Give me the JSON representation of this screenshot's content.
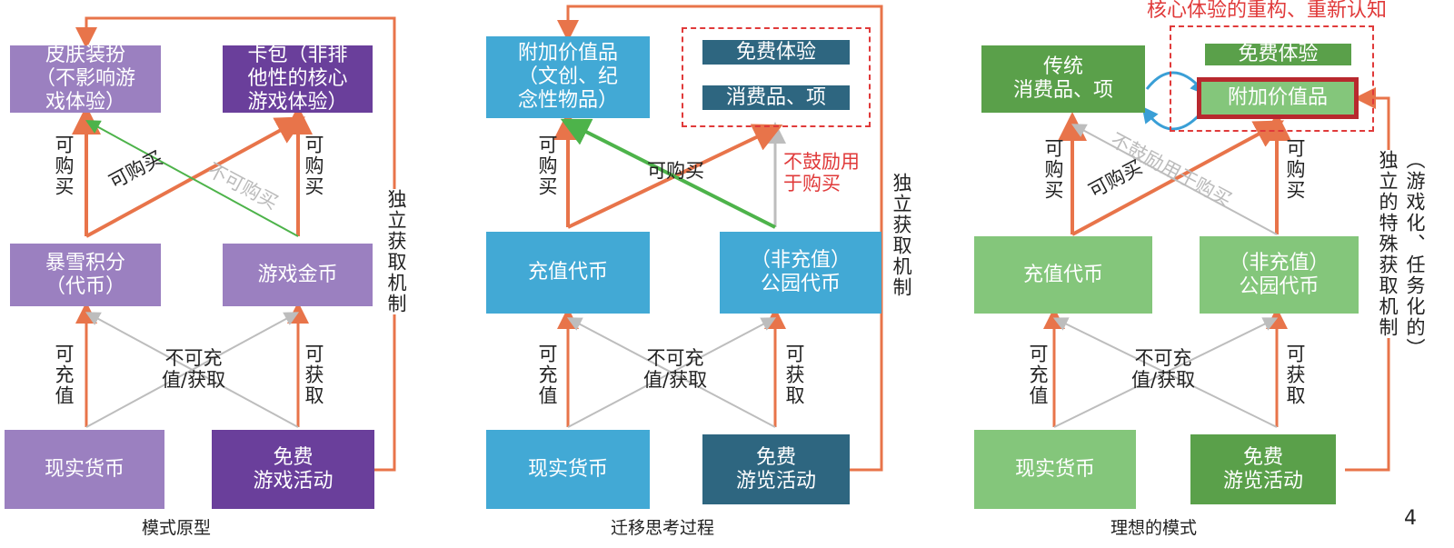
{
  "panel1": {
    "caption": "模式原型",
    "skin": [
      "皮肤装扮",
      "（不影响游",
      "戏体验）"
    ],
    "cardpack": [
      "卡包（非排",
      "他性的核心",
      "游戏体验）"
    ],
    "points": [
      "暴雪积分",
      "（代币）"
    ],
    "gold": "游戏金币",
    "money": "现实货币",
    "free": [
      "免费",
      "游戏活动"
    ],
    "buy_left": "可购买",
    "buy_right": "可购买",
    "buy_diag": "可购买",
    "not_buy": "不可购买",
    "recharge": "可充值",
    "obtain": "可获取",
    "not_recharge": [
      "不可充",
      "值/获取"
    ],
    "independent": "独立获取机制"
  },
  "panel2": {
    "caption": "迁移思考过程",
    "addon": [
      "附加价值品",
      "（文创、纪",
      "念性物品）"
    ],
    "free_exp": "免费体验",
    "consumables": "消费品、项",
    "token": "充值代币",
    "park_token": [
      "（非充值）",
      "公园代币"
    ],
    "money": "现实货币",
    "free": [
      "免费",
      "游览活动"
    ],
    "buy_left": "可购买",
    "buy_diag": "可购买",
    "discourage": [
      "不鼓励用",
      "于购买"
    ],
    "recharge": "可充值",
    "obtain": "可获取",
    "not_recharge": [
      "不可充",
      "值/获取"
    ],
    "independent": "独立获取机制"
  },
  "panel3": {
    "caption": "理想的模式",
    "title": "核心体验的重构、重新认知",
    "traditional": [
      "传统",
      "消费品、项"
    ],
    "free_exp": "免费体验",
    "addon": "附加价值品",
    "token": "充值代币",
    "park_token": [
      "（非充值）",
      "公园代币"
    ],
    "money": "现实货币",
    "free": [
      "免费",
      "游览活动"
    ],
    "buy_left": "可购买",
    "buy_right": "可购买",
    "buy_diag": "可购买",
    "discourage": "不鼓励用于购买",
    "recharge": "可充值",
    "obtain": "可获取",
    "not_recharge": [
      "不可充",
      "值/获取"
    ],
    "independent": "独立的特殊获取机制",
    "gamified": "（游戏化、任务化的）"
  },
  "page_number": "4",
  "colors": {
    "orange": "#e8744a",
    "green": "#4db34a",
    "gray": "#bdbdbd",
    "red": "#e03a3a",
    "blue": "#3a9fd6"
  }
}
